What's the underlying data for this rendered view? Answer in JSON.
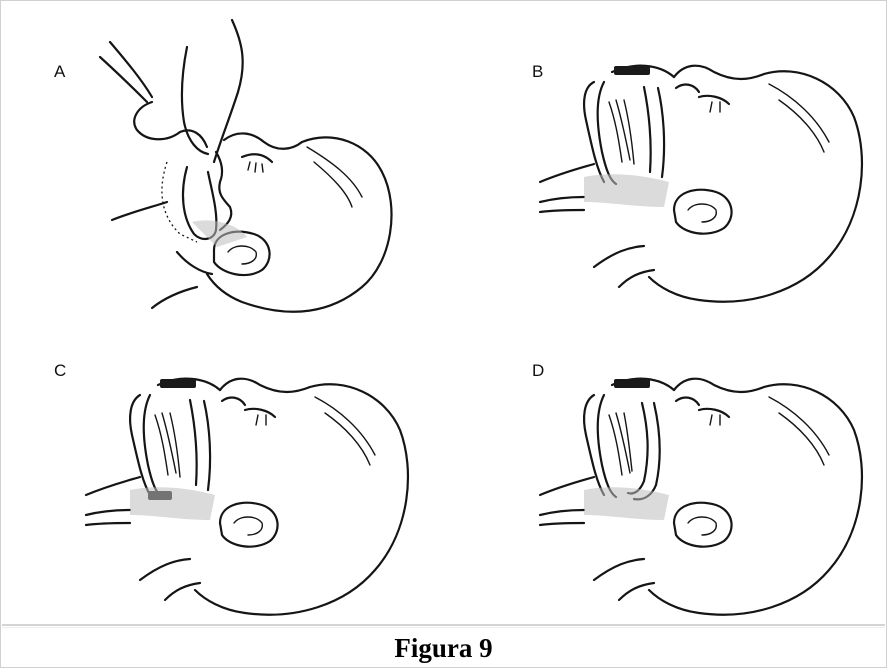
{
  "figure": {
    "panels": [
      {
        "id": "A",
        "label": "A"
      },
      {
        "id": "B",
        "label": "B"
      },
      {
        "id": "C",
        "label": "C"
      },
      {
        "id": "D",
        "label": "D"
      }
    ],
    "caption": "Figura 9"
  }
}
